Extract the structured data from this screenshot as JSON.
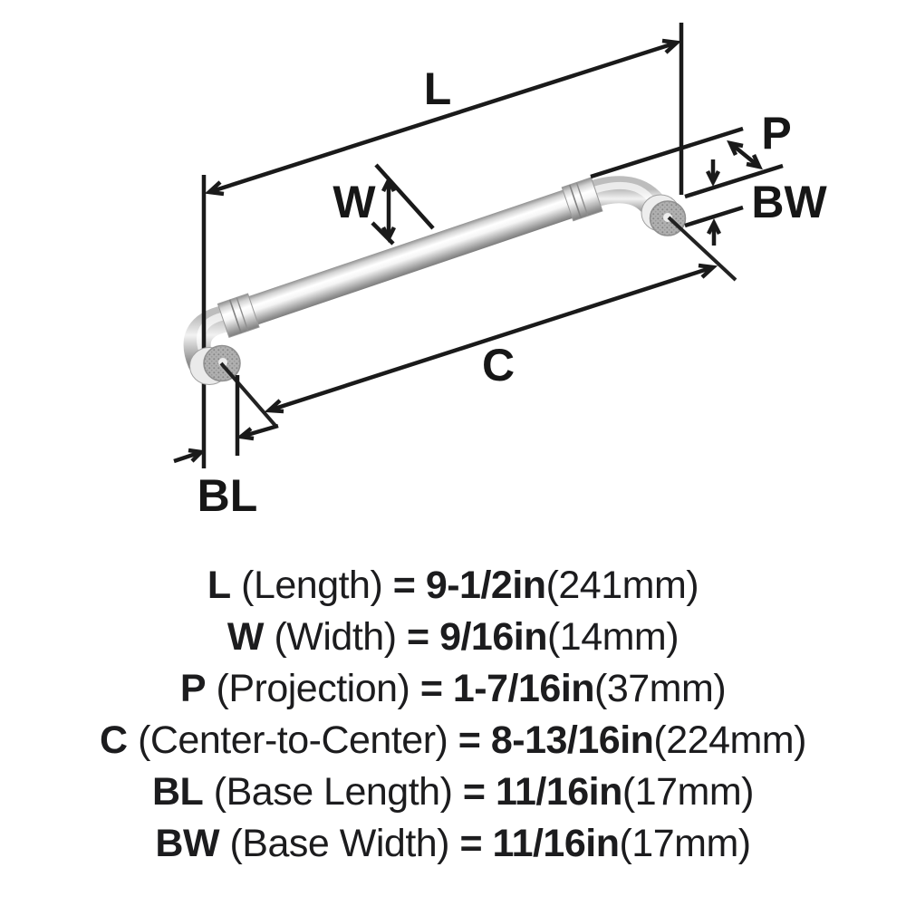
{
  "diagram": {
    "labels": {
      "length": "L",
      "width": "W",
      "projection": "P",
      "base_width": "BW",
      "center_to_center": "C",
      "base_length": "BL"
    },
    "colors": {
      "dimension_line": "#1a1a1a",
      "label_text": "#161616",
      "metal_light": "#ffffff",
      "metal_mid": "#c9c9c9",
      "metal_dark": "#828282",
      "knurl_base": "#b0b0b0"
    }
  },
  "specs": {
    "rows": [
      {
        "code": "L",
        "name": "(Length)",
        "eq": "=",
        "value": "9-1/2in",
        "metric": "(241mm)"
      },
      {
        "code": "W",
        "name": "(Width)",
        "eq": "=",
        "value": "9/16in",
        "metric": "(14mm)"
      },
      {
        "code": "P",
        "name": "(Projection)",
        "eq": "=",
        "value": "1-7/16in",
        "metric": "(37mm)"
      },
      {
        "code": "C",
        "name": "(Center-to-Center)",
        "eq": "=",
        "value": "8-13/16in",
        "metric": "(224mm)"
      },
      {
        "code": "BL",
        "name": "(Base Length)",
        "eq": "=",
        "value": "11/16in",
        "metric": "(17mm)"
      },
      {
        "code": "BW",
        "name": "(Base Width)",
        "eq": "=",
        "value": "11/16in",
        "metric": "(17mm)"
      }
    ]
  }
}
